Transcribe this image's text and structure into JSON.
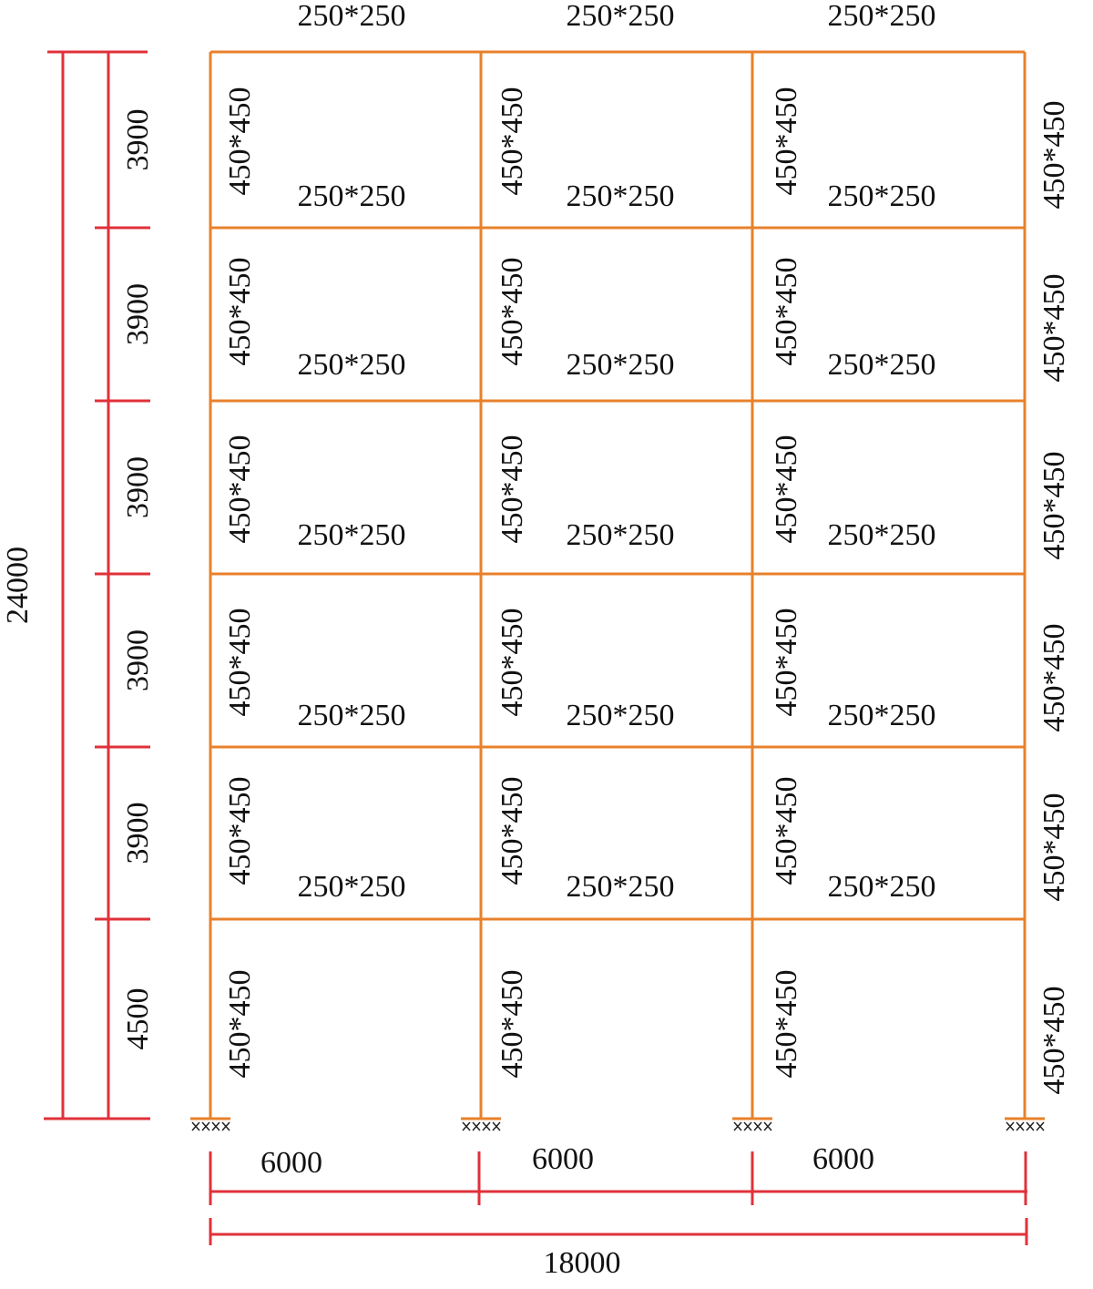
{
  "frame": {
    "bay_count": 3,
    "story_count": 6,
    "beam_section": "250*250",
    "column_section": "450*450",
    "bay_widths": [
      "6000",
      "6000",
      "6000"
    ],
    "story_heights_top_to_bottom": [
      "3900",
      "3900",
      "3900",
      "3900",
      "3900",
      "4500"
    ],
    "total_width": "18000",
    "total_height": "24000"
  },
  "colors": {
    "member": "#E8812B",
    "dimension": "#E0313A",
    "support": "#E8812B",
    "text": "#111111"
  }
}
